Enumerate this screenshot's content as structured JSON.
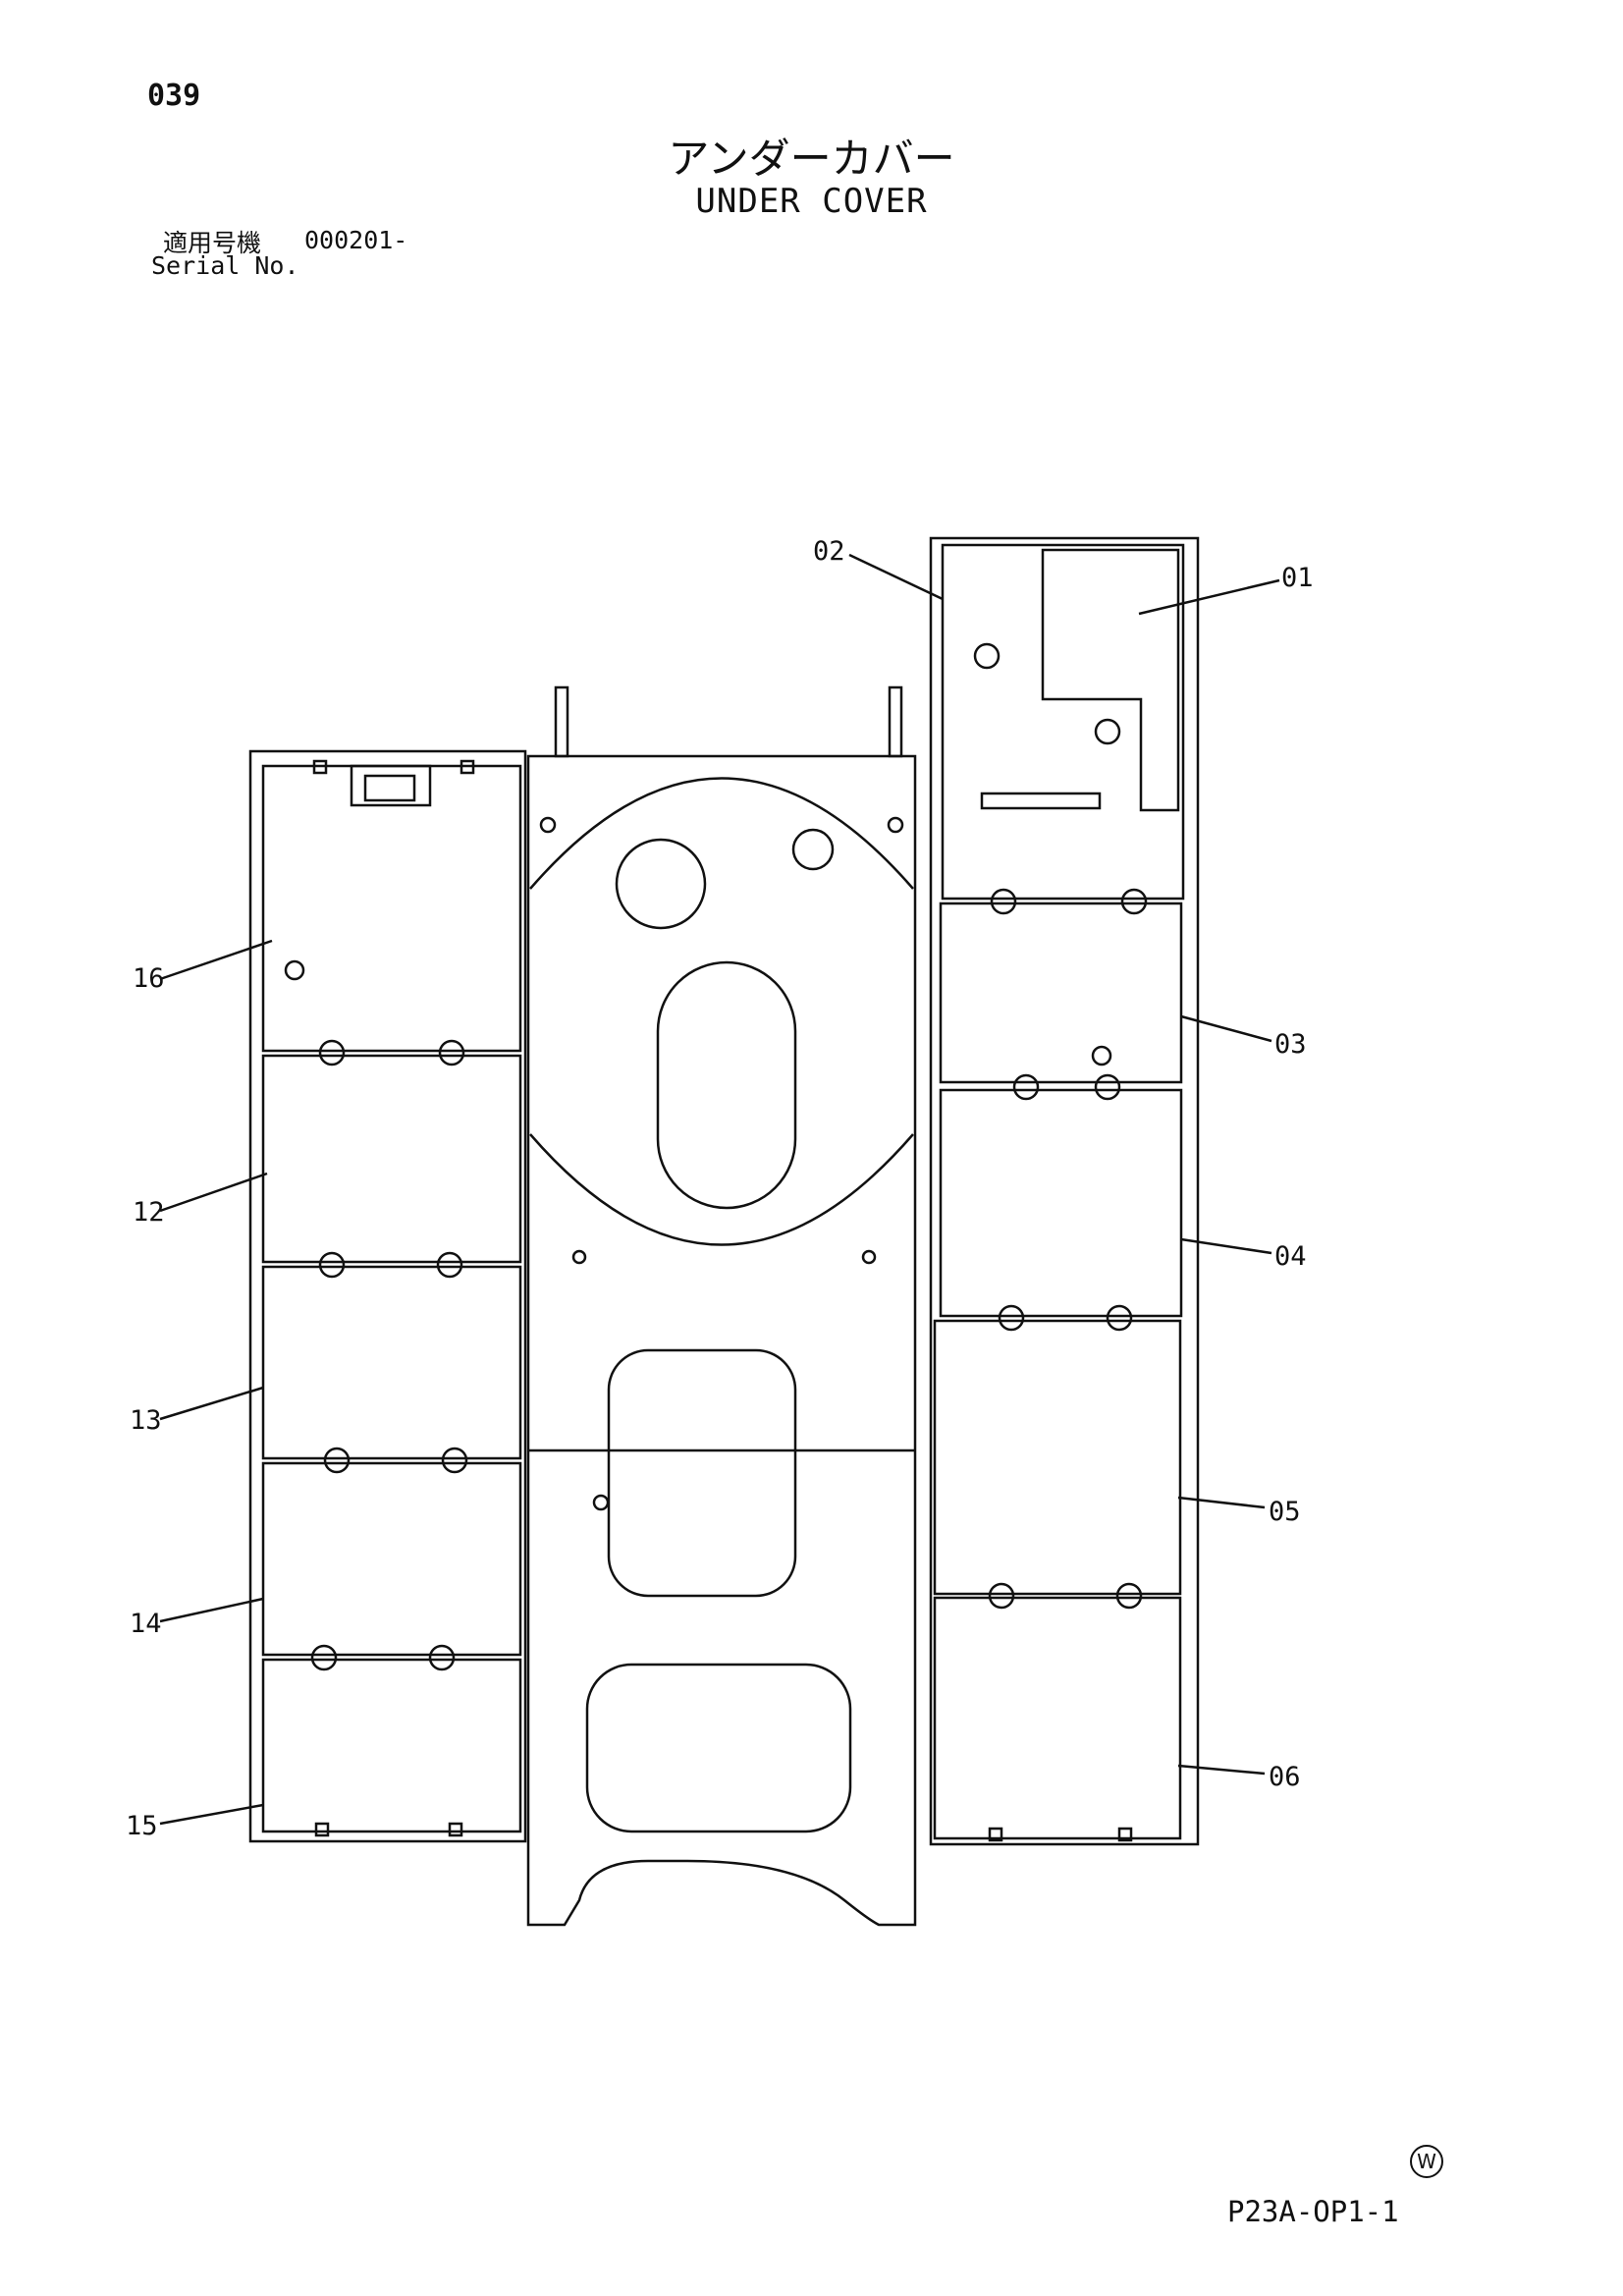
{
  "page": {
    "number": "039",
    "title_jp": "アンダーカバー",
    "title_en": "UNDER COVER",
    "serial_label_jp": "適用号機",
    "serial_label_en": "Serial No.",
    "serial_value": "000201-",
    "mark": "W",
    "drawing_code": "P23A-OP1-1"
  },
  "callouts": [
    "02",
    "01",
    "16",
    "03",
    "12",
    "04",
    "13",
    "05",
    "14",
    "06",
    "15"
  ],
  "colors": {
    "line": "#111111",
    "background": "#ffffff"
  }
}
